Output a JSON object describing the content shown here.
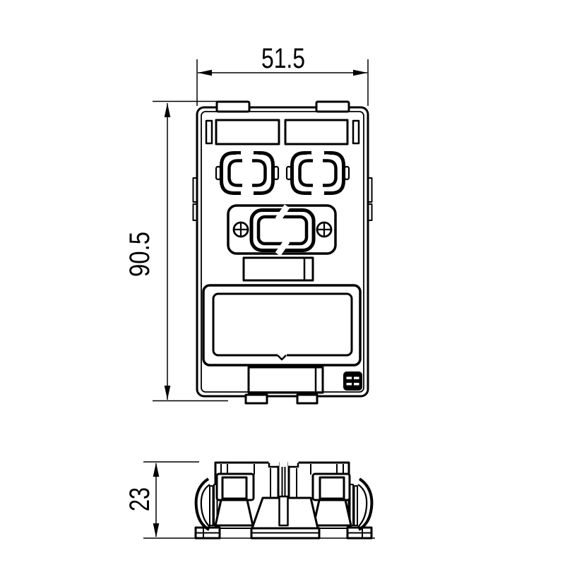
{
  "drawing": {
    "background_color": "#ffffff",
    "line_color": "#000000",
    "dimensions": {
      "width": {
        "value": "51.5"
      },
      "height": {
        "value": "90.5"
      },
      "depth": {
        "value": "23"
      }
    },
    "logo": {
      "fill_color": "#000000",
      "mark_color": "#ffffff"
    }
  }
}
